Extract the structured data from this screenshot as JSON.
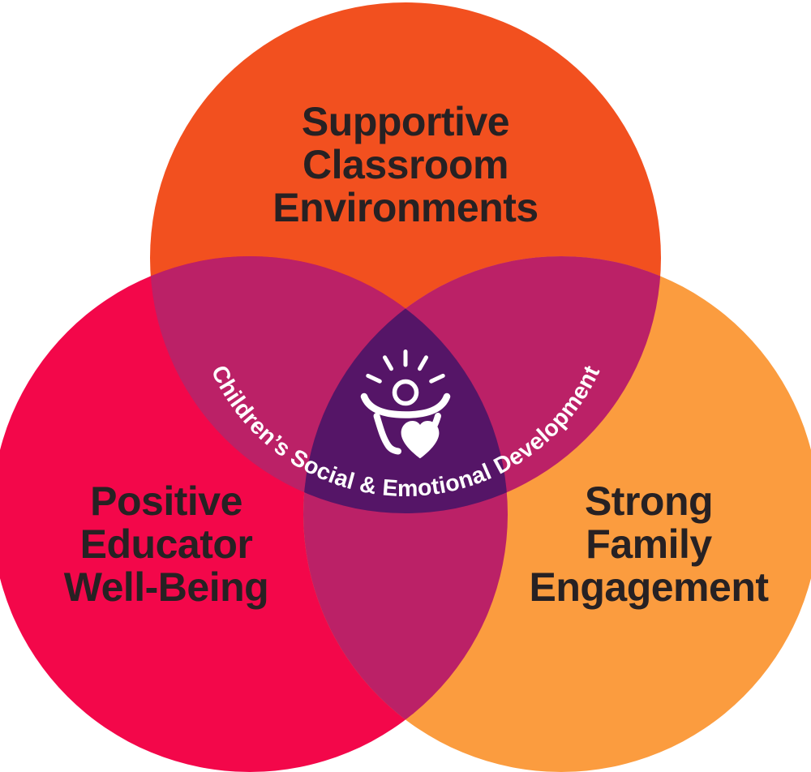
{
  "diagram": {
    "type": "venn-3",
    "center": {
      "arc_text": "Children’s Social & Emotional Development",
      "icon": "child-raising-arms-with-heart-icon"
    },
    "circles": [
      {
        "id": "top",
        "label_lines": [
          "Supportive",
          "Classroom",
          "Environments"
        ],
        "color": "#F2501F"
      },
      {
        "id": "left",
        "label_lines": [
          "Positive",
          "Educator",
          "Well-Being"
        ],
        "color": "#F3074A"
      },
      {
        "id": "right",
        "label_lines": [
          "Strong",
          "Family",
          "Engagement"
        ],
        "color": "#FB9C3F"
      }
    ]
  },
  "colors": {
    "background": "#FFFFFF",
    "top_circle": "#F2501F",
    "left_circle": "#F3074A",
    "right_circle": "#FB9C3F",
    "pair_overlap": "#BB2167",
    "triple_overlap": "#551567",
    "label_text": "#272123",
    "center_text": "#FFFFFF",
    "icon": "#FFFFFF"
  }
}
